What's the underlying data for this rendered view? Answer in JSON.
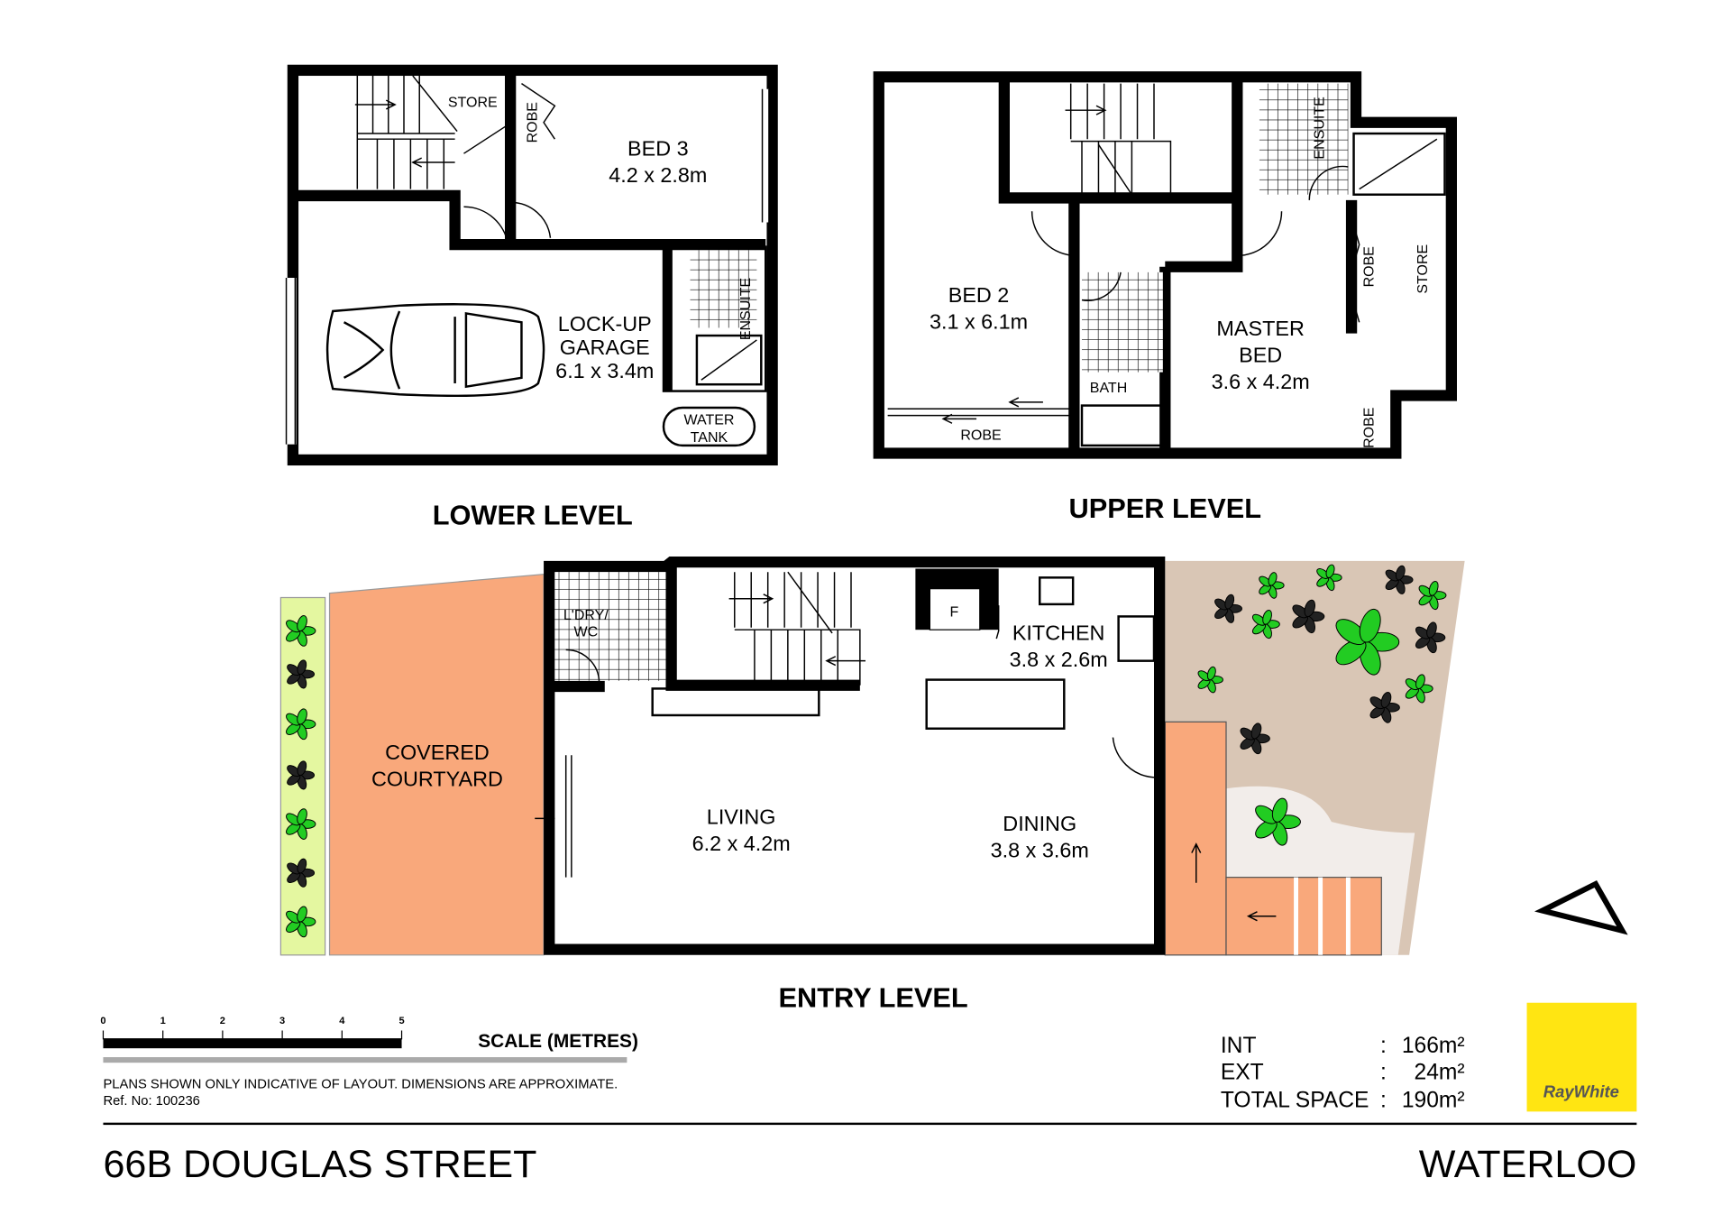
{
  "levels": {
    "lower": {
      "title": "LOWER LEVEL",
      "rooms": {
        "store": "STORE",
        "robe": "ROBE",
        "bed3_name": "BED 3",
        "bed3_size": "4.2 x 2.8m",
        "garage_1": "LOCK-UP",
        "garage_2": "GARAGE",
        "garage_size": "6.1 x 3.4m",
        "ensuite": "ENSUITE",
        "tank_1": "WATER",
        "tank_2": "TANK"
      }
    },
    "upper": {
      "title": "UPPER LEVEL",
      "rooms": {
        "ensuite": "ENSUITE",
        "bed2_name": "BED 2",
        "bed2_size": "3.1 x 6.1m",
        "bath": "BATH",
        "robe_bed2": "ROBE",
        "master_1": "MASTER",
        "master_2": "BED",
        "master_size": "3.6 x 4.2m",
        "robe_master": "ROBE",
        "store": "STORE",
        "robe_small": "ROBE"
      }
    },
    "entry": {
      "title": "ENTRY LEVEL",
      "rooms": {
        "courtyard_1": "COVERED",
        "courtyard_2": "COURTYARD",
        "laundry_1": "L'DRY/",
        "laundry_2": "WC",
        "fridge": "F",
        "kitchen_name": "KITCHEN",
        "kitchen_size": "3.8 x 2.6m",
        "living_name": "LIVING",
        "living_size": "6.2 x 4.2m",
        "dining_name": "DINING",
        "dining_size": "3.8 x 3.6m"
      }
    }
  },
  "scale": {
    "ticks": [
      "0",
      "1",
      "2",
      "3",
      "4",
      "5"
    ],
    "label": "SCALE (METRES)"
  },
  "disclaimer": "PLANS SHOWN ONLY INDICATIVE OF LAYOUT.  DIMENSIONS ARE APPROXIMATE.",
  "ref": "Ref. No: 100236",
  "areas": [
    {
      "label": "INT",
      "value": "166m²"
    },
    {
      "label": "EXT",
      "value": "24m²"
    },
    {
      "label": "TOTAL SPACE",
      "value": "190m²"
    }
  ],
  "address": "66B DOUGLAS STREET",
  "suburb": "WATERLOO",
  "logo": {
    "text": "RayWhite",
    "color": "#FFE512"
  },
  "colors": {
    "courtyard": "#F9A87B",
    "deck": "#F9A87B",
    "garden": "#D9C6B5",
    "planter": "#E4F7A0",
    "plant": "#22CC22"
  },
  "icons": {
    "compass": "north-arrow-icon",
    "car": "car-icon"
  }
}
